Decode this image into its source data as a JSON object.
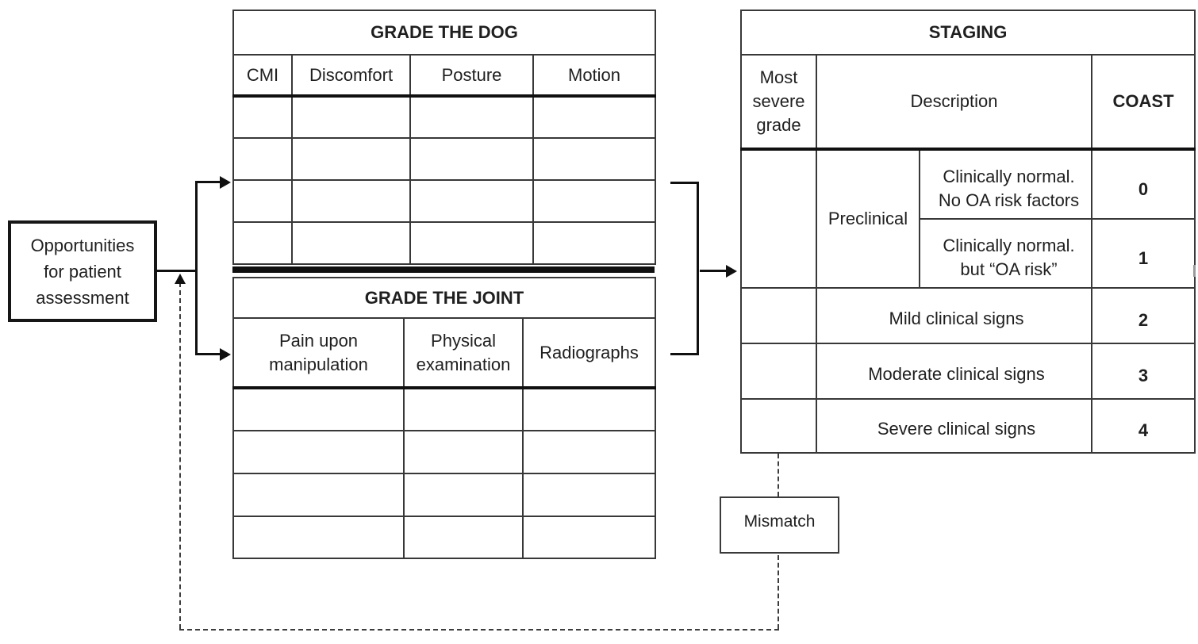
{
  "left_box": {
    "label": "Opportunities\nfor patient\nassessment"
  },
  "grade_dog_table": {
    "title": "GRADE THE DOG",
    "columns": [
      "CMI",
      "Discomfort",
      "Posture",
      "Motion"
    ],
    "empty_rows": 4
  },
  "grade_joint_table": {
    "title": "GRADE THE JOINT",
    "columns": [
      "Pain upon\nmanipulation",
      "Physical\nexamination",
      "Radiographs"
    ],
    "empty_rows": 4
  },
  "staging_table": {
    "title": "STAGING",
    "headers": {
      "most_severe": "Most\nsevere\ngrade",
      "description": "Description",
      "coast": "COAST"
    },
    "rows": [
      {
        "group": "Preclinical",
        "description": "Clinically normal.\nNo OA risk factors",
        "coast": "0"
      },
      {
        "group": "Preclinical",
        "description": "Clinically normal.\nbut “OA risk”",
        "coast": "1"
      },
      {
        "description": "Mild clinical signs",
        "coast": "2"
      },
      {
        "description": "Moderate clinical signs",
        "coast": "3"
      },
      {
        "description": "Severe clinical signs",
        "coast": "4"
      }
    ]
  },
  "mismatch_box": {
    "label": "Mismatch"
  },
  "colors": {
    "line": "#101010",
    "background": "#ffffff"
  }
}
